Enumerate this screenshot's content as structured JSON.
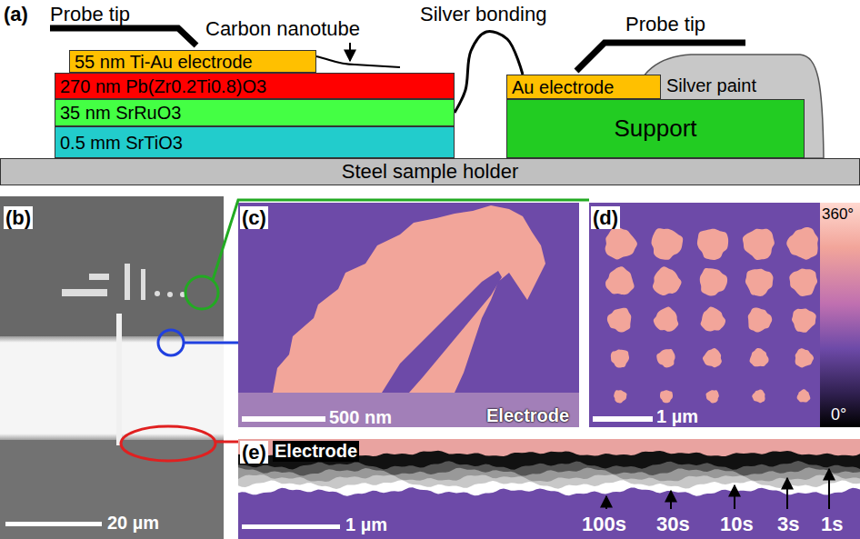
{
  "diagram": {
    "nodes": [
      {
        "text": [
          "55 nm Ti-Au electrode"
        ]
      },
      {
        "text": [
          "270 nm Pb(Zr0.2Ti0.8)O3"
        ]
      },
      {
        "text": [
          "35 nm SrRuO3"
        ]
      },
      {
        "text": [
          "0.5 mm SrTiO3"
        ]
      },
      {
        "text": [
          "Au electrode"
        ]
      },
      {
        "text": [
          "Support"
        ]
      },
      {
        "text": [
          "Steel sample holder"
        ]
      }
    ],
    "edges": [
      {
        "from": 2,
        "to": 4,
        "arrow": "none"
      }
    ],
    "labels": [
      "(a)",
      "Probe tip",
      "Carbon nanotube",
      "Silver bonding",
      "Probe tip",
      "Silver paint",
      "(b)",
      "20 µm",
      "(c)",
      "500 nm",
      "Electrode",
      "(d)",
      "360°",
      "0°",
      "1 µm",
      "(e)",
      "Electrode",
      "1 µm",
      "100s",
      "30s",
      "10s",
      "3s",
      "1s"
    ]
  }
}
